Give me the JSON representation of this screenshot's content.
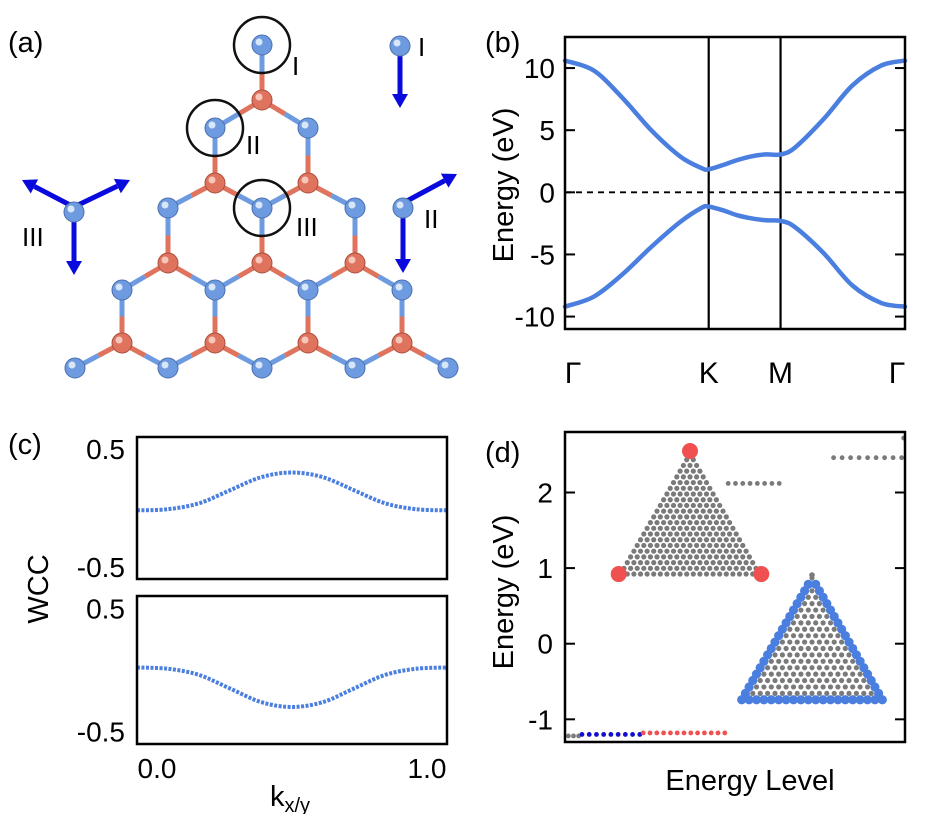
{
  "panels": {
    "a": {
      "label": "(a)",
      "site_labels": [
        "I",
        "II",
        "III"
      ]
    },
    "b": {
      "label": "(b)"
    },
    "c": {
      "label": "(c)"
    },
    "d": {
      "label": "(d)"
    }
  },
  "colors": {
    "atom_blue": "#6e9be0",
    "atom_red": "#e0735e",
    "arrow": "#0a0adc",
    "curve": "#4a7fe0",
    "edge_red": "#f05050",
    "gray_dot": "#7a7a7a",
    "bottom_blue": "#1010cc",
    "bottom_red": "#f05050"
  },
  "chart_data": [
    {
      "panel": "b",
      "type": "line",
      "xlabel": "",
      "ylabel": "Energy (eV)",
      "ylim": [
        -11,
        12.5
      ],
      "yticks": [
        10,
        5,
        0,
        -5,
        -10
      ],
      "ytick_labels": [
        "10",
        "5",
        "0",
        "-5",
        "-10"
      ],
      "kpath_labels": [
        "Γ",
        "K",
        "M",
        "Γ"
      ],
      "kpath_positions": [
        0,
        1,
        1.5,
        2.366
      ],
      "fermi_level": 0,
      "series": [
        {
          "x": [
            0,
            0.2,
            0.4,
            0.6,
            0.8,
            0.95,
            1.0,
            1.1,
            1.2,
            1.3,
            1.4,
            1.5,
            1.6,
            1.8,
            2.0,
            2.2,
            2.366
          ],
          "y": [
            10.6,
            9.8,
            7.6,
            5.0,
            2.9,
            1.95,
            1.85,
            2.2,
            2.6,
            2.9,
            3.05,
            3.05,
            3.6,
            5.9,
            8.6,
            10.2,
            10.6
          ]
        },
        {
          "x": [
            0,
            0.2,
            0.4,
            0.6,
            0.8,
            0.95,
            1.0,
            1.1,
            1.2,
            1.3,
            1.4,
            1.5,
            1.6,
            1.8,
            2.0,
            2.2,
            2.366
          ],
          "y": [
            -9.2,
            -8.4,
            -6.6,
            -4.4,
            -2.4,
            -1.25,
            -1.15,
            -1.45,
            -1.85,
            -2.1,
            -2.25,
            -2.3,
            -2.8,
            -4.9,
            -7.5,
            -8.9,
            -9.2
          ]
        }
      ]
    },
    {
      "panel": "c-top",
      "type": "line",
      "xlabel": "k",
      "xlabel_sub": "x/y",
      "ylabel": "WCC",
      "xlim": [
        0,
        1
      ],
      "ylim": [
        -0.6,
        0.6
      ],
      "yticks": [
        0.5,
        -0.5
      ],
      "ytick_labels": [
        "0.5",
        "-0.5"
      ],
      "xticks": [
        0,
        1
      ],
      "xtick_labels": [
        "0.0",
        "1.0"
      ],
      "series": [
        {
          "x": [
            0,
            0.1,
            0.2,
            0.3,
            0.4,
            0.5,
            0.6,
            0.7,
            0.8,
            0.9,
            1.0
          ],
          "y": [
            -0.02,
            -0.01,
            0.04,
            0.15,
            0.26,
            0.3,
            0.26,
            0.15,
            0.04,
            -0.01,
            -0.02
          ]
        }
      ]
    },
    {
      "panel": "c-bottom",
      "type": "line",
      "ylim": [
        -0.6,
        0.6
      ],
      "yticks": [
        0.5,
        -0.5
      ],
      "ytick_labels": [
        "0.5",
        "-0.5"
      ],
      "series": [
        {
          "x": [
            0,
            0.1,
            0.2,
            0.3,
            0.4,
            0.5,
            0.6,
            0.7,
            0.8,
            0.9,
            1.0
          ],
          "y": [
            0.02,
            0.01,
            -0.04,
            -0.15,
            -0.26,
            -0.3,
            -0.26,
            -0.15,
            -0.04,
            0.01,
            0.02
          ]
        }
      ]
    },
    {
      "panel": "d",
      "type": "scatter",
      "xlabel": "Energy Level",
      "ylabel": "Energy (eV)",
      "ylim": [
        -1.3,
        2.8
      ],
      "yticks": [
        2,
        1,
        0,
        -1
      ],
      "ytick_labels": [
        "2",
        "1",
        "0",
        "-1"
      ],
      "groups": [
        {
          "color": "gray",
          "y": -1.22,
          "x_range": [
            0.01,
            0.04
          ],
          "count": 3
        },
        {
          "color": "blue",
          "y": -1.2,
          "x_range": [
            0.05,
            0.22
          ],
          "count": 9
        },
        {
          "color": "red",
          "y": -1.18,
          "x_range": [
            0.23,
            0.47
          ],
          "count": 13
        },
        {
          "color": "gray",
          "y": 2.12,
          "x_range": [
            0.48,
            0.63
          ],
          "count": 8
        },
        {
          "color": "gray",
          "y": 2.46,
          "x_range": [
            0.79,
            0.99
          ],
          "count": 9
        },
        {
          "color": "gray",
          "y": 2.72,
          "x_range": [
            0.996,
            0.996
          ],
          "count": 1
        }
      ]
    }
  ]
}
